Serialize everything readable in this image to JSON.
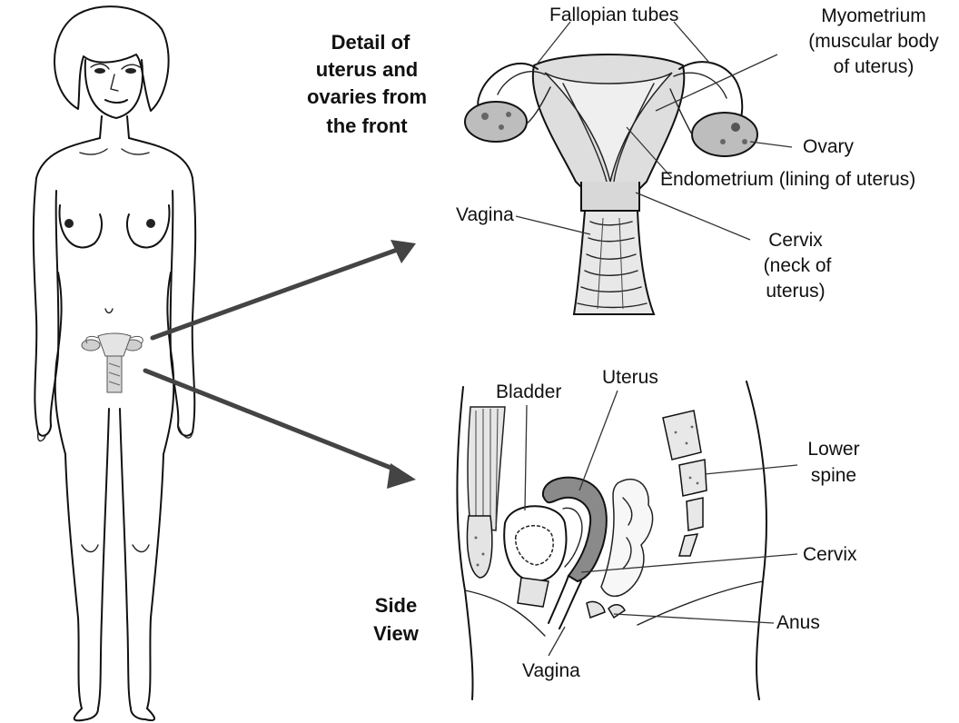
{
  "headings": {
    "front_detail": [
      "Detail of",
      "uterus and",
      "ovaries from",
      "the front"
    ],
    "side_view": [
      "Side",
      "View"
    ]
  },
  "front_labels": {
    "fallopian_tubes": "Fallopian tubes",
    "myometrium": [
      "Myometrium",
      "(muscular body",
      "of uterus)"
    ],
    "ovary": "Ovary",
    "endometrium": "Endometrium (lining of uterus)",
    "vagina": "Vagina",
    "cervix": [
      "Cervix",
      "(neck of",
      "uterus)"
    ]
  },
  "side_labels": {
    "bladder": "Bladder",
    "uterus": "Uterus",
    "lower_spine": [
      "Lower",
      "spine"
    ],
    "cervix": "Cervix",
    "anus": "Anus",
    "vagina": "Vagina"
  },
  "colors": {
    "outline": "#111111",
    "arrow": "#444444",
    "uterus_fill": "#dedede",
    "ovary_fill": "#bdbdbd",
    "uterus_side_fill": "#8a8a8a"
  }
}
